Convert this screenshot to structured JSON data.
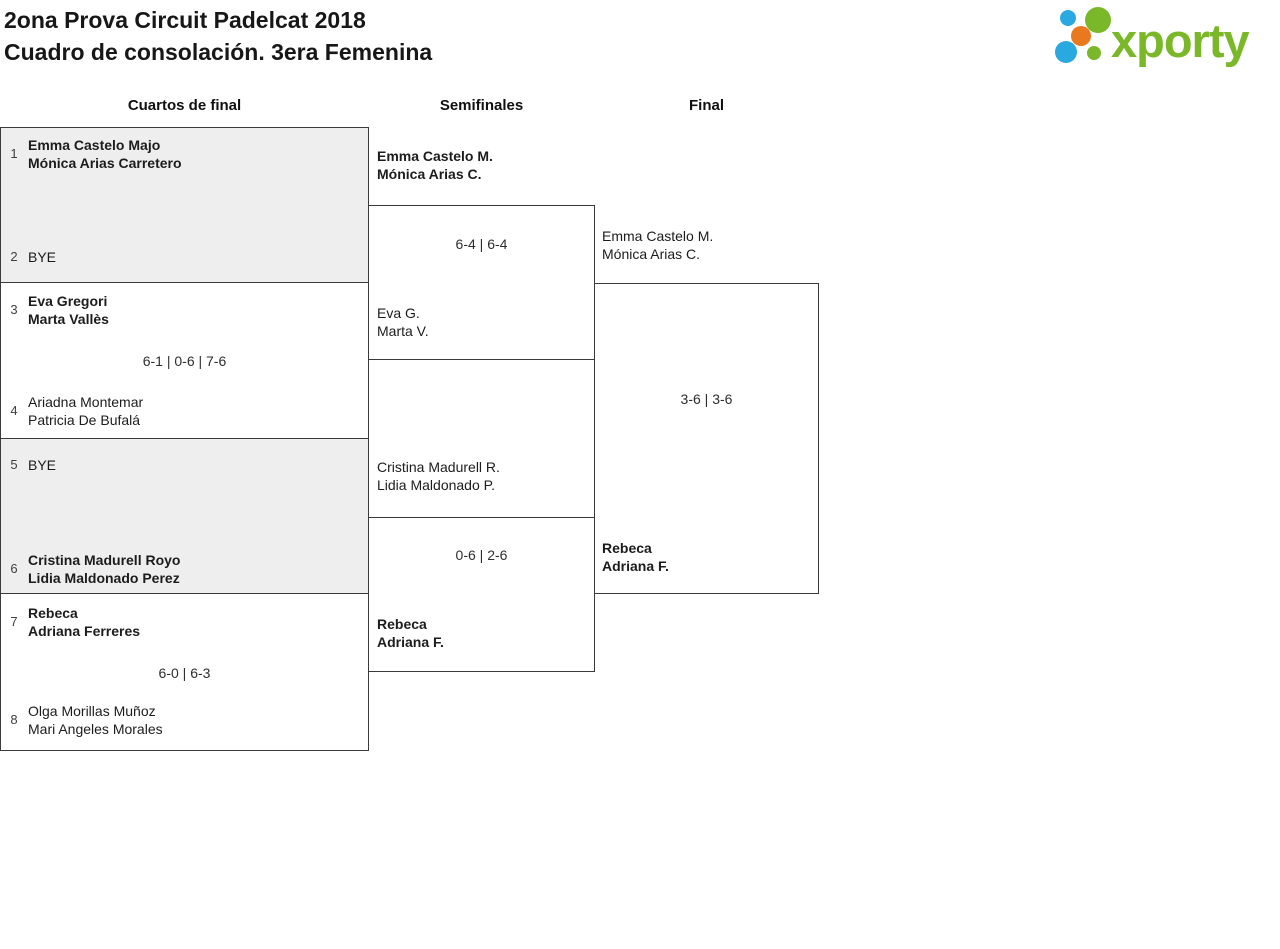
{
  "header": {
    "title_line1": "2ona Prova Circuit Padelcat 2018",
    "title_line2": "Cuadro de consolación. 3era Femenina"
  },
  "logo": {
    "brand": "xporty",
    "text_color": "#7ab829",
    "dot_colors": {
      "blue": "#2aa9e0",
      "green": "#7ab829",
      "orange": "#e8791e"
    }
  },
  "colors": {
    "box_fill_alt": "#eeeeee",
    "line": "#3a3a3a"
  },
  "rounds": [
    {
      "label": "Cuartos de final"
    },
    {
      "label": "Semifinales"
    },
    {
      "label": "Final"
    }
  ],
  "quarterfinals": [
    {
      "score": "",
      "team1": {
        "seed": "1",
        "line1": "Emma Castelo Majo",
        "line2": "Mónica Arias Carretero",
        "winner": true
      },
      "team2": {
        "seed": "2",
        "line1": "BYE",
        "line2": "",
        "winner": false
      }
    },
    {
      "score": "6-1 | 0-6 | 7-6",
      "team1": {
        "seed": "3",
        "line1": "Eva Gregori",
        "line2": "Marta Vallès",
        "winner": true
      },
      "team2": {
        "seed": "4",
        "line1": "Ariadna Montemar",
        "line2": "Patricia De Bufalá",
        "winner": false
      }
    },
    {
      "score": "",
      "team1": {
        "seed": "5",
        "line1": "BYE",
        "line2": "",
        "winner": false
      },
      "team2": {
        "seed": "6",
        "line1": "Cristina Madurell Royo",
        "line2": "Lidia Maldonado Perez",
        "winner": true
      }
    },
    {
      "score": "6-0 | 6-3",
      "team1": {
        "seed": "7",
        "line1": "Rebeca",
        "line2": "Adriana Ferreres",
        "winner": true
      },
      "team2": {
        "seed": "8",
        "line1": "Olga Morillas Muñoz",
        "line2": "Mari Angeles Morales",
        "winner": false
      }
    }
  ],
  "semifinals": [
    {
      "score": "6-4 | 6-4",
      "team1": {
        "line1": "Emma Castelo M.",
        "line2": "Mónica Arias C.",
        "winner": true
      },
      "team2": {
        "line1": "Eva G.",
        "line2": "Marta V.",
        "winner": false
      }
    },
    {
      "score": "0-6 | 2-6",
      "team1": {
        "line1": "Cristina Madurell R.",
        "line2": "Lidia Maldonado P.",
        "winner": false
      },
      "team2": {
        "line1": "Rebeca",
        "line2": "Adriana F.",
        "winner": true
      }
    }
  ],
  "final": {
    "score": "3-6 | 3-6",
    "team1": {
      "line1": "Emma Castelo M.",
      "line2": "Mónica Arias C.",
      "winner": false
    },
    "team2": {
      "line1": "Rebeca",
      "line2": "Adriana F.",
      "winner": true
    }
  }
}
